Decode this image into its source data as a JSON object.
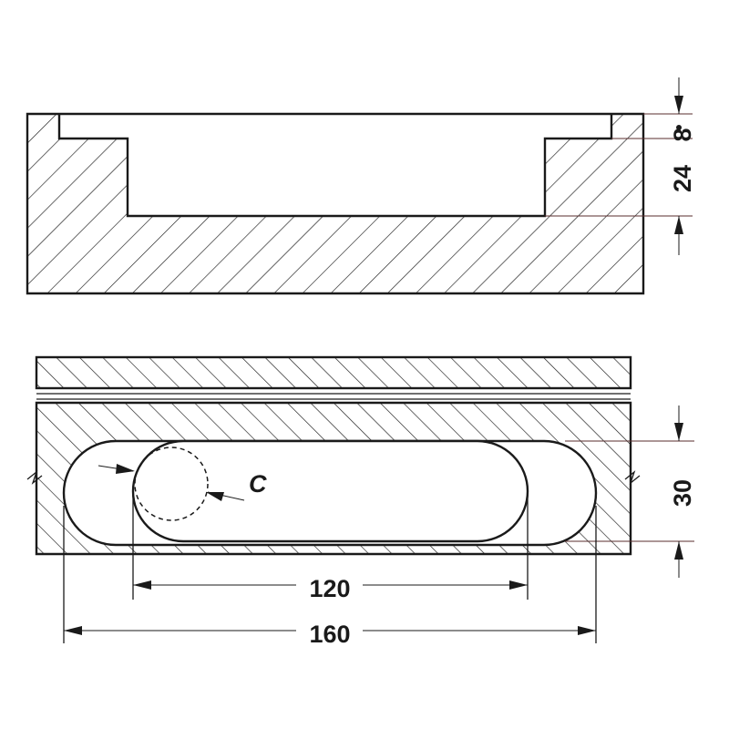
{
  "dimensions": {
    "depth_small": "8",
    "depth_total": "24",
    "width": "30",
    "inner_length": "120",
    "outer_length": "160",
    "cutter_label": "C"
  },
  "colors": {
    "line": "#1a1a1a",
    "leader": "#5a2e2e",
    "background": "#ffffff"
  }
}
